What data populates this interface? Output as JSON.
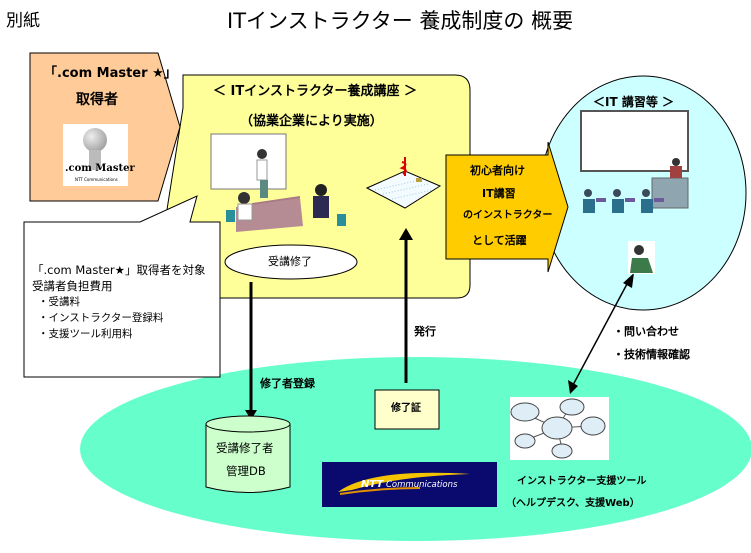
{
  "header": {
    "label": "別紙",
    "title": "ITインストラクター 養成制度の 概要"
  },
  "master_holder": {
    "title_line1": "「.com Master ★」",
    "title_line2": "取得者",
    "logo_text": ".com Master",
    "logo_subtext": "NTT Communications"
  },
  "callout": {
    "lines": [
      "「.com Master★」取得者を対象",
      "受講者負担費用",
      "・受講料",
      "・インストラクター登録料",
      "・支援ツール利用料"
    ]
  },
  "course": {
    "title": "＜ ITインストラクター養成講座 ＞",
    "subtitle": "（協業企業により実施）",
    "completion": "受講修了"
  },
  "role_arrow": {
    "lines": [
      "初心者向け",
      "IT講習",
      "のインストラクター",
      "として活躍"
    ]
  },
  "lectures": {
    "title": "＜IT 講習等 ＞"
  },
  "labels": {
    "issue": "発行",
    "register": "修了者登録",
    "inquiry1": "・問い合わせ",
    "inquiry2": "・技術情報確認"
  },
  "certificate": {
    "label": "修了証"
  },
  "database": {
    "line1": "受講修了者",
    "line2": "管理DB"
  },
  "ntt_logo": {
    "brand": "NTT",
    "text": "Communications"
  },
  "support_tool": {
    "line1": "インストラクター支援ツール",
    "line2": "（ヘルプデスク、支援Web）"
  },
  "colors": {
    "peach": "#ffcc99",
    "yellow": "#ffff99",
    "orange": "#ffcc00",
    "light_cyan": "#ccffff",
    "aqua": "#66ffcc",
    "db_green": "#ccffcc",
    "cert_bg": "#ffffcc",
    "ntt_navy": "#0a0a6e"
  }
}
